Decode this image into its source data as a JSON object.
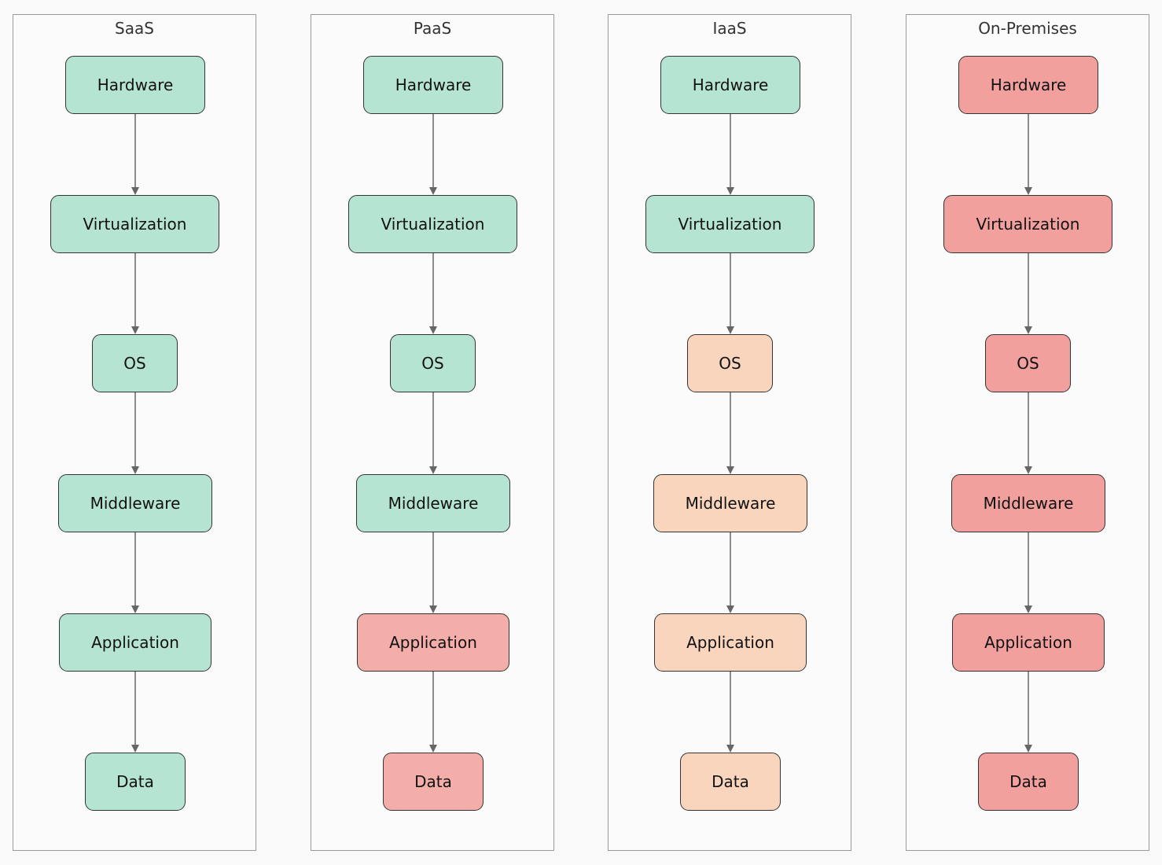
{
  "colors": {
    "provider_managed": "#b5e5d2",
    "shared": "#f8d5bc",
    "customer_managed_paas": "#f4aea9",
    "customer_managed_onprem": "#f2a09e",
    "edge": "#666666",
    "lane_border": "#9a9a9a"
  },
  "lanes": [
    {
      "title": "SaaS",
      "nodes": [
        {
          "label": "Hardware",
          "color": "#b5e5d2"
        },
        {
          "label": "Virtualization",
          "color": "#b5e5d2"
        },
        {
          "label": "OS",
          "color": "#b5e5d2"
        },
        {
          "label": "Middleware",
          "color": "#b5e5d2"
        },
        {
          "label": "Application",
          "color": "#b5e5d2"
        },
        {
          "label": "Data",
          "color": "#b5e5d2"
        }
      ]
    },
    {
      "title": "PaaS",
      "nodes": [
        {
          "label": "Hardware",
          "color": "#b5e5d2"
        },
        {
          "label": "Virtualization",
          "color": "#b5e5d2"
        },
        {
          "label": "OS",
          "color": "#b5e5d2"
        },
        {
          "label": "Middleware",
          "color": "#b5e5d2"
        },
        {
          "label": "Application",
          "color": "#f4aea9"
        },
        {
          "label": "Data",
          "color": "#f4aea9"
        }
      ]
    },
    {
      "title": "IaaS",
      "nodes": [
        {
          "label": "Hardware",
          "color": "#b5e5d2"
        },
        {
          "label": "Virtualization",
          "color": "#b5e5d2"
        },
        {
          "label": "OS",
          "color": "#f8d5bc"
        },
        {
          "label": "Middleware",
          "color": "#f8d5bc"
        },
        {
          "label": "Application",
          "color": "#f8d5bc"
        },
        {
          "label": "Data",
          "color": "#f8d5bc"
        }
      ]
    },
    {
      "title": "On-Premises",
      "nodes": [
        {
          "label": "Hardware",
          "color": "#f2a09e"
        },
        {
          "label": "Virtualization",
          "color": "#f2a09e"
        },
        {
          "label": "OS",
          "color": "#f2a09e"
        },
        {
          "label": "Middleware",
          "color": "#f2a09e"
        },
        {
          "label": "Application",
          "color": "#f2a09e"
        },
        {
          "label": "Data",
          "color": "#f2a09e"
        }
      ]
    }
  ]
}
